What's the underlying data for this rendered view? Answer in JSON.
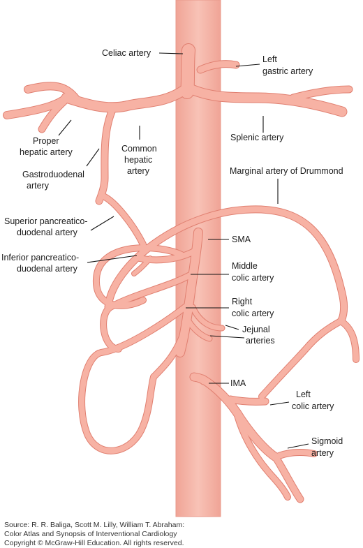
{
  "colors": {
    "aorta_fill": "#f6b3a6",
    "aorta_edge": "#e58e80",
    "vessel_fill": "#f7b2a4",
    "vessel_edge": "#e07f70",
    "label": "#1a1a1a"
  },
  "labels": {
    "celiac": "Celiac artery",
    "left_gastric_1": "Left",
    "left_gastric_2": "gastric artery",
    "proper_hepatic_1": "Proper",
    "proper_hepatic_2": "hepatic artery",
    "common_hepatic_1": "Common",
    "common_hepatic_2": "hepatic",
    "common_hepatic_3": "artery",
    "splenic": "Splenic artery",
    "gastroduodenal_1": "Gastroduodenal",
    "gastroduodenal_2": "artery",
    "marginal": "Marginal artery of Drummond",
    "sup_pancreatico_1": "Superior pancreatico-",
    "sup_pancreatico_2": "duodenal artery",
    "sma": "SMA",
    "inf_pancreatico_1": "Inferior pancreatico-",
    "inf_pancreatico_2": "duodenal artery",
    "middle_colic_1": "Middle",
    "middle_colic_2": "colic artery",
    "right_colic_1": "Right",
    "right_colic_2": "colic artery",
    "jejunal_1": "Jejunal",
    "jejunal_2": "arteries",
    "ima": "IMA",
    "left_colic_1": "Left",
    "left_colic_2": "colic artery",
    "sigmoid_1": "Sigmoid",
    "sigmoid_2": "artery"
  },
  "source": {
    "line1": "Source: R. R. Baliga, Scott M. Lilly, William T. Abraham:",
    "line2": "Color Atlas and Synopsis of Interventional Cardiology",
    "line3": "Copyright © McGraw-Hill Education. All rights reserved."
  }
}
